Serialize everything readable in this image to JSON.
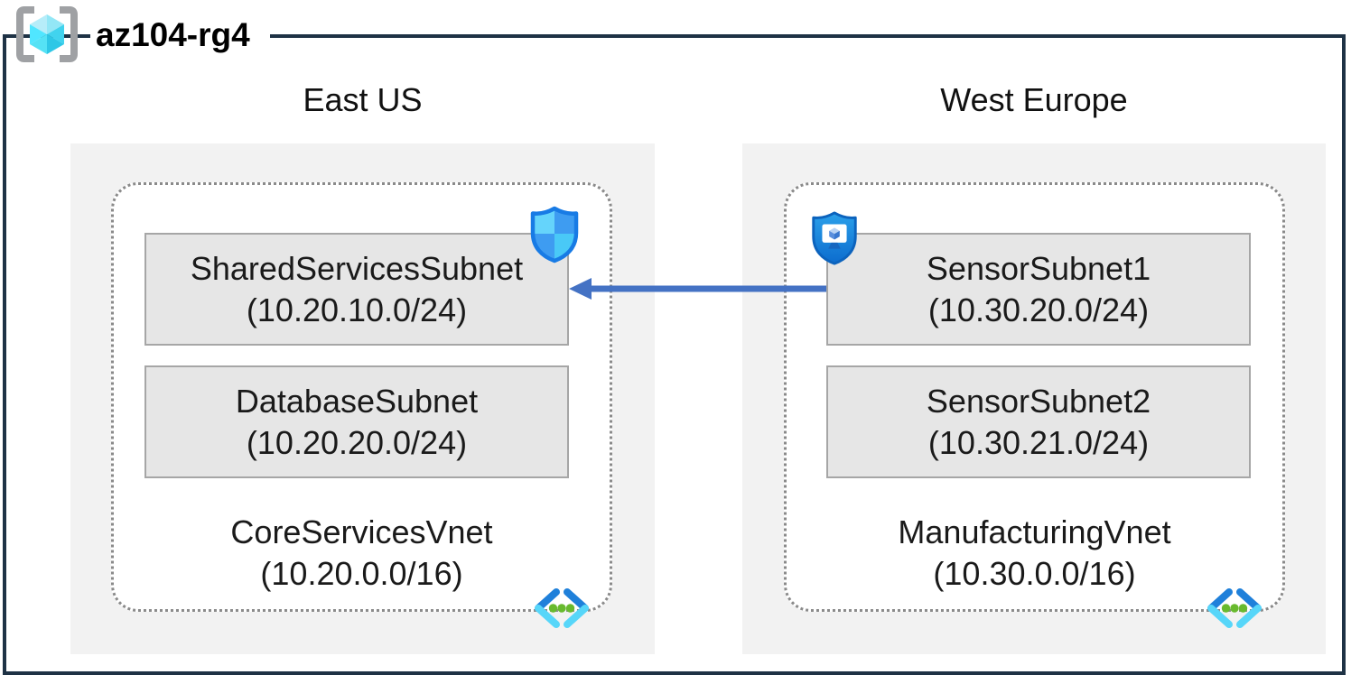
{
  "resource_group": {
    "title": "az104-rg4",
    "icon": "resource-group-icon"
  },
  "regions": [
    {
      "name": "East US",
      "vnet": {
        "name": "CoreServicesVnet",
        "cidr": "(10.20.0.0/16)",
        "icon": "virtual-network-icon"
      },
      "subnets": [
        {
          "name": "SharedServicesSubnet",
          "cidr": "(10.20.10.0/24)",
          "badge_icon": "network-security-group-shield-icon"
        },
        {
          "name": "DatabaseSubnet",
          "cidr": "(10.20.20.0/24)"
        }
      ]
    },
    {
      "name": "West Europe",
      "vnet": {
        "name": "ManufacturingVnet",
        "cidr": "(10.30.0.0/16)",
        "icon": "virtual-network-icon"
      },
      "subnets": [
        {
          "name": "SensorSubnet1",
          "cidr": "(10.30.20.0/24)",
          "badge_icon": "application-security-group-shield-icon"
        },
        {
          "name": "SensorSubnet2",
          "cidr": "(10.30.21.0/24)"
        }
      ]
    }
  ],
  "connection": {
    "from": "SensorSubnet1",
    "to": "SharedServicesSubnet",
    "shape": "horizontal-arrow-pointing-left",
    "color": "#4472c4"
  },
  "colors": {
    "outer_border": "#1e3245",
    "region_fill": "#f2f2f2",
    "subnet_fill": "#e6e6e6",
    "subnet_border": "#a6a6a6",
    "vnet_boundary_dotted": "#8a8a8a",
    "arrow": "#4472c4",
    "text": "#1a1a1a"
  }
}
